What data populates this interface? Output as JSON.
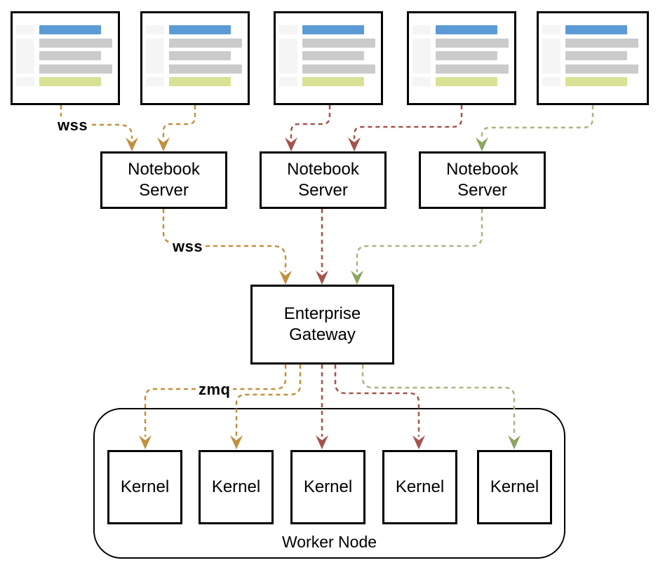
{
  "colors": {
    "orange": "#C2913F",
    "red": "#A3544C",
    "olive": "#ADB584",
    "green": "#8CA561",
    "panel_blue": "#5B9BD5",
    "panel_gray": "#CBCBCB",
    "panel_green": "#D9E294",
    "panel_faint": "#F5F5F5",
    "box_border": "#000000"
  },
  "edge_labels": {
    "wss_top": "wss",
    "wss_mid": "wss",
    "zmq": "zmq"
  },
  "servers": [
    {
      "label": "Notebook Server"
    },
    {
      "label": "Notebook Server"
    },
    {
      "label": "Notebook Server"
    }
  ],
  "gateway": {
    "label": "Enterprise Gateway"
  },
  "kernels": [
    {
      "label": "Kernel"
    },
    {
      "label": "Kernel"
    },
    {
      "label": "Kernel"
    },
    {
      "label": "Kernel"
    },
    {
      "label": "Kernel"
    }
  ],
  "worker_node": {
    "label": "Worker Node"
  }
}
